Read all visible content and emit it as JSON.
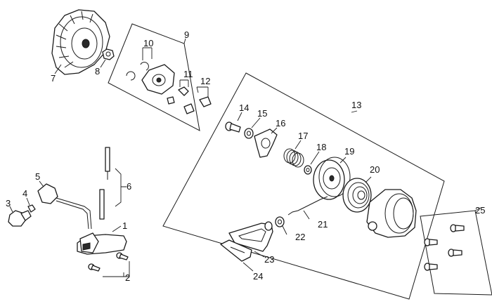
{
  "callouts": {
    "c1": "1",
    "c2": "2",
    "c3": "3",
    "c4": "4",
    "c5": "5",
    "c6": "6",
    "c7": "7",
    "c8": "8",
    "c9": "9",
    "c10": "10",
    "c11": "11",
    "c12": "12",
    "c13": "13",
    "c14": "14",
    "c15": "15",
    "c16": "16",
    "c17": "17",
    "c18": "18",
    "c19": "19",
    "c20": "20",
    "c21": "21",
    "c22": "22",
    "c23": "23",
    "c24": "24",
    "c25": "25"
  },
  "colors": {
    "line": "#1a1a1a",
    "background": "#ffffff"
  }
}
